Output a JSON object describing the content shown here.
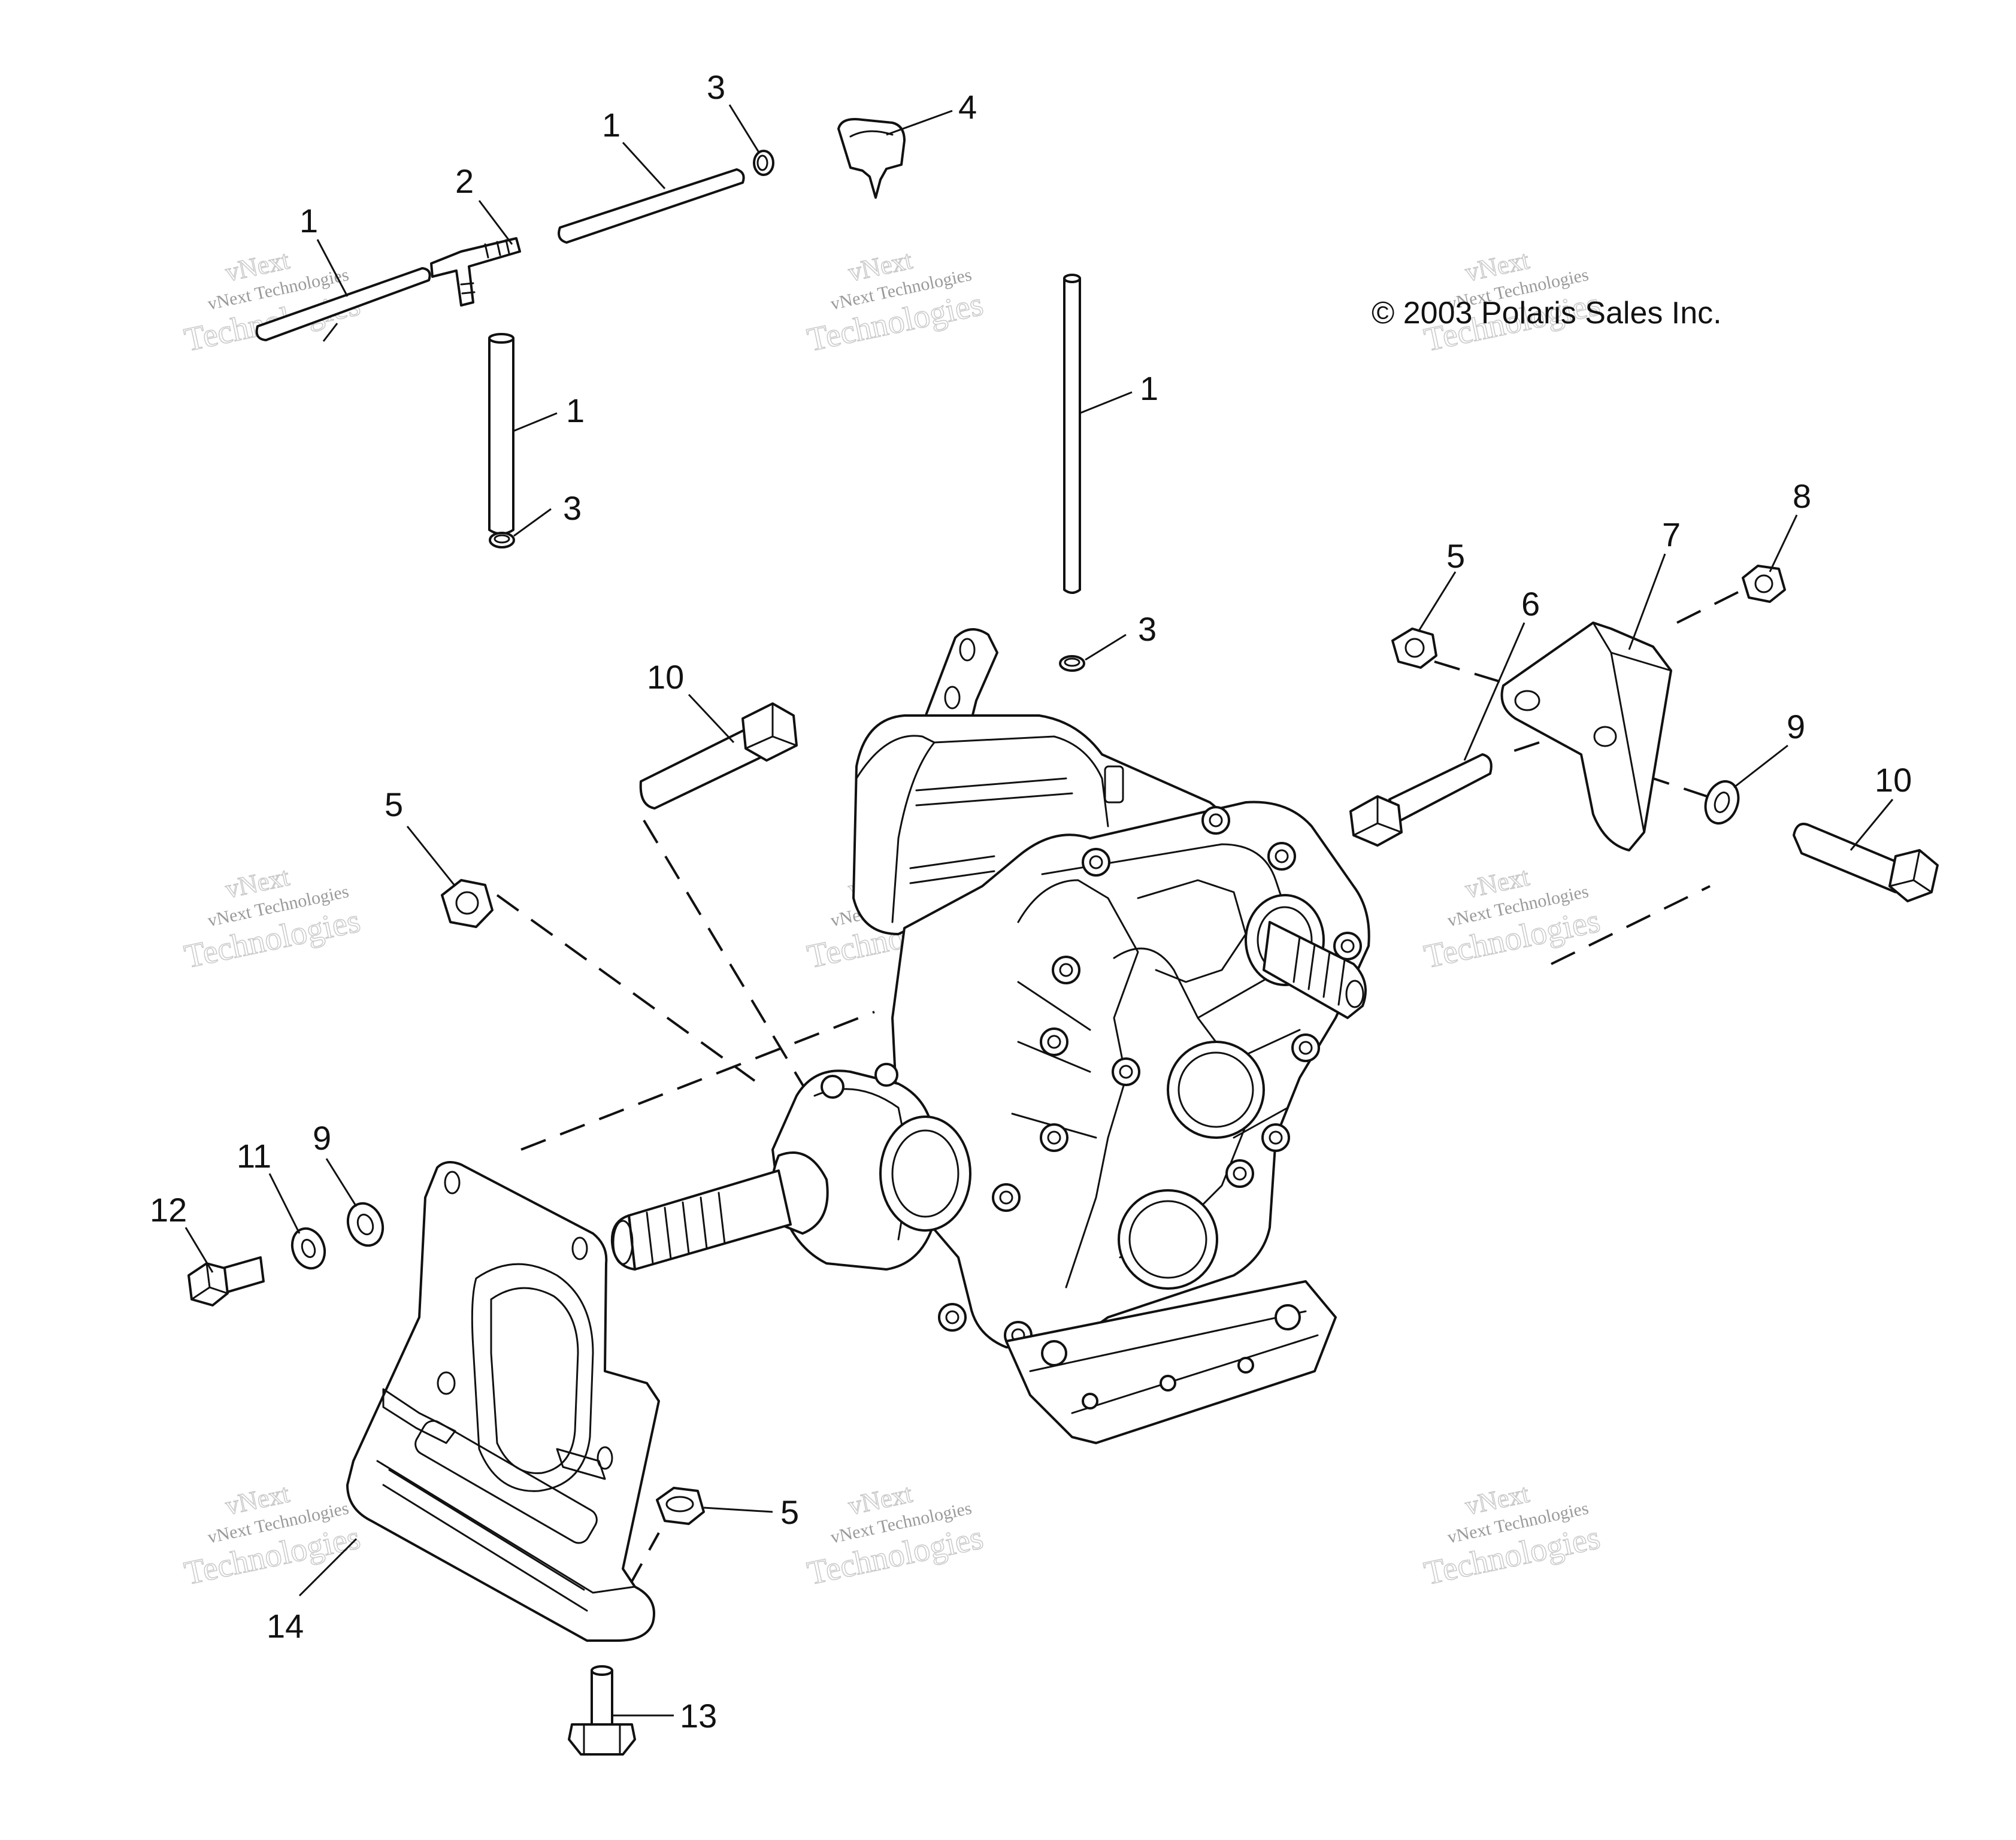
{
  "copyright": "© 2003 Polaris Sales Inc.",
  "watermark": {
    "line1": "vNext",
    "line2": "vNext Technologies",
    "line3": "Technologies"
  },
  "callouts": [
    {
      "id": "c1a",
      "label": "1"
    },
    {
      "id": "c1b",
      "label": "1"
    },
    {
      "id": "c1c",
      "label": "1"
    },
    {
      "id": "c1d",
      "label": "1"
    },
    {
      "id": "c2",
      "label": "2"
    },
    {
      "id": "c3a",
      "label": "3"
    },
    {
      "id": "c3b",
      "label": "3"
    },
    {
      "id": "c3c",
      "label": "3"
    },
    {
      "id": "c4",
      "label": "4"
    },
    {
      "id": "c5a",
      "label": "5"
    },
    {
      "id": "c5b",
      "label": "5"
    },
    {
      "id": "c5c",
      "label": "5"
    },
    {
      "id": "c6",
      "label": "6"
    },
    {
      "id": "c7",
      "label": "7"
    },
    {
      "id": "c8",
      "label": "8"
    },
    {
      "id": "c9a",
      "label": "9"
    },
    {
      "id": "c9b",
      "label": "9"
    },
    {
      "id": "c10a",
      "label": "10"
    },
    {
      "id": "c10b",
      "label": "10"
    },
    {
      "id": "c11",
      "label": "11"
    },
    {
      "id": "c12",
      "label": "12"
    },
    {
      "id": "c13",
      "label": "13"
    },
    {
      "id": "c14",
      "label": "14"
    }
  ]
}
